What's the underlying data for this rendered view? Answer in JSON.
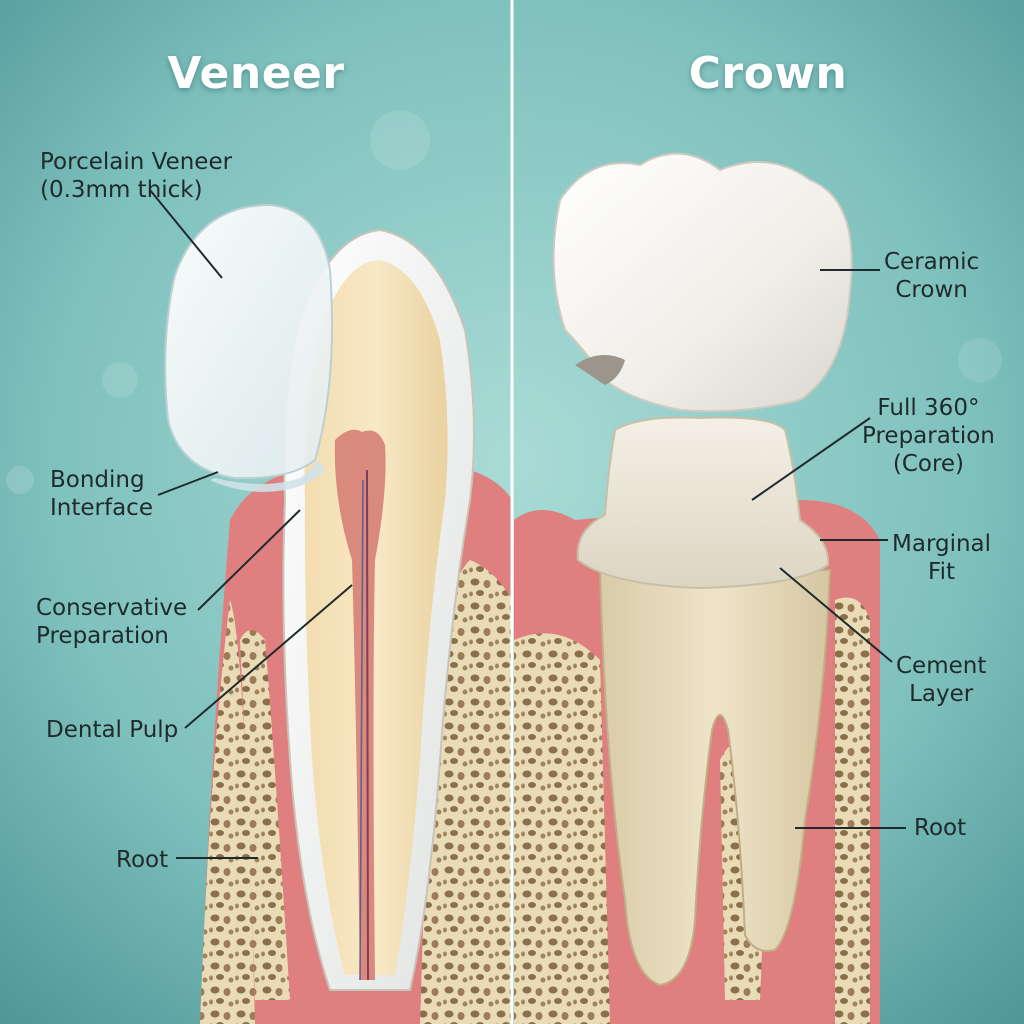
{
  "colors": {
    "background_mid": "#8cc9c5",
    "background_edge": "#4e9597",
    "gum": "#e07f7f",
    "bone": "#efe3c4",
    "enamel": "#f4f1ea",
    "dentin": "#eed7a6",
    "pulp": "#d98a7d",
    "divider": "#ffffff"
  },
  "titles": {
    "veneer": "Veneer",
    "crown": "Crown"
  },
  "labels": {
    "porcelain_veneer": [
      "Porcelain Veneer",
      "(0.3mm thick)"
    ],
    "bonding_interface": [
      "Bonding",
      "Interface"
    ],
    "conservative_preparation": [
      "Conservative",
      "Preparation"
    ],
    "dental_pulp": [
      "Dental Pulp"
    ],
    "root_left": [
      "Root"
    ],
    "ceramic_crown": [
      "Ceramic",
      "Crown"
    ],
    "full_preparation": [
      "Full 360°",
      "Preparation",
      "(Core)"
    ],
    "marginal_fit": [
      "Marginal",
      "Fit"
    ],
    "cement_layer": [
      "Cement",
      "Layer"
    ],
    "root_right": [
      "Root"
    ]
  }
}
